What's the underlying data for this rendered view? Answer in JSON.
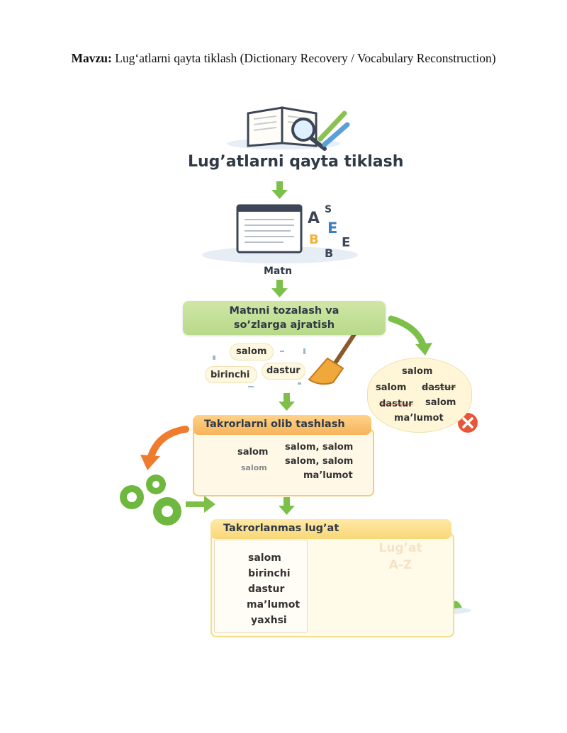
{
  "header": {
    "bold_prefix": "Mavzu:",
    "title": "Lug‘atlarni qayta tiklash (Dictionary Recovery / Vocabulary Reconstruction)"
  },
  "infographic": {
    "heading": "Lug’atlarni qayta tiklash",
    "input_letters": [
      "A",
      "S",
      "E",
      "B",
      "E",
      "B"
    ],
    "input_label": "Matn",
    "step1": {
      "line1": "Matnni tozalash va",
      "line2": "so’zlarga ajratish",
      "words": [
        "salom",
        "birinchi",
        "dastur"
      ]
    },
    "bubble": {
      "words": [
        "salom",
        "salom",
        "dastur",
        "dastur",
        "salom",
        "ma’lumot"
      ]
    },
    "step2": {
      "title": "Takrorlarni olib tashlash",
      "lens_words": [
        "salom",
        "salom"
      ],
      "lines": [
        "salom, salom",
        "salom, salom",
        "ma’lumot"
      ]
    },
    "step3": {
      "title": "Takrorlanmas lug’at",
      "items": [
        "salom",
        "birinchi",
        "dastur",
        "ma’lumot",
        "yaxhsi"
      ],
      "book_line1": "Lug’at",
      "book_line2": "A-Z"
    },
    "colors": {
      "arrow_green": "#7cc04a",
      "arrow_orange": "#ef7b2f",
      "gear_green": "#6fb83f",
      "check_green": "#3aa635",
      "book_brown": "#6e4a34",
      "x_red": "#e8563a"
    }
  }
}
